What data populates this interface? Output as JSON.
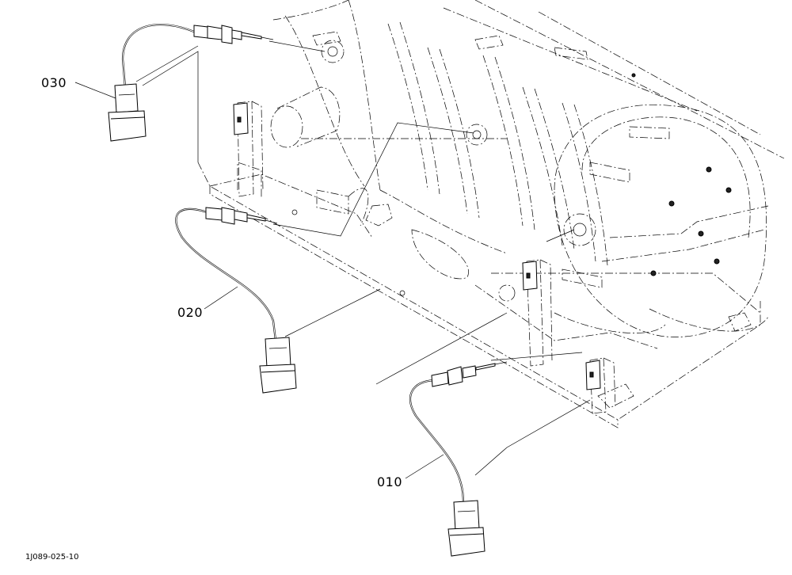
{
  "labels": {
    "part_010": "010",
    "part_020": "020",
    "part_030": "030",
    "figure_code": "1J089-025-10"
  }
}
